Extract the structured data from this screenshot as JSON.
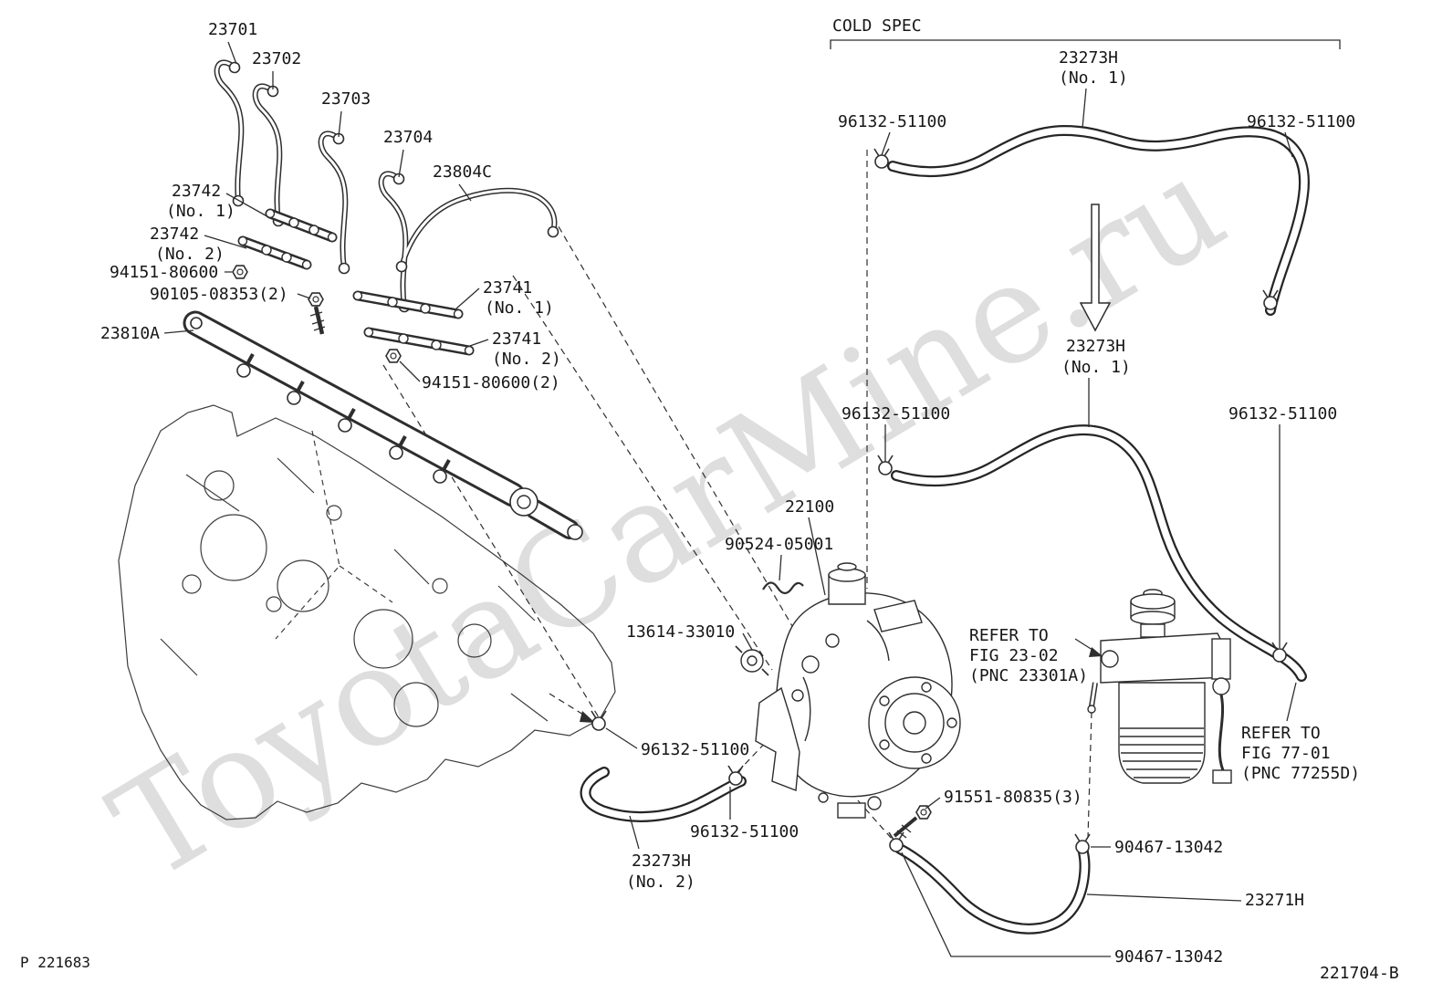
{
  "drawing": {
    "cold_spec": "COLD SPEC",
    "plate_number": "P 221683",
    "figure_number": "221704-B",
    "watermark": "ToyotaCarMine.ru"
  },
  "callouts": {
    "pipe1": "23701",
    "pipe2": "23702",
    "pipe3": "23703",
    "pipe4": "23704",
    "pipe5": "23804C",
    "clamp2742a": "23742",
    "clamp2742a_sub": "(No. 1)",
    "clamp2742b": "23742",
    "clamp2742b_sub": "(No. 2)",
    "nut_a": "94151-80600",
    "bolt_a": "90105-08353(2)",
    "rail": "23810A",
    "clamp2741a": "23741",
    "clamp2741a_sub": "(No. 1)",
    "clamp2741b": "23741",
    "clamp2741b_sub": "(No. 2)",
    "nut_b": "94151-80600(2)",
    "hose_cold_top": "23273H",
    "hose_cold_top_sub": "(No. 1)",
    "clip_top_left": "96132-51100",
    "clip_top_right": "96132-51100",
    "hose_cold_mid": "23273H",
    "hose_cold_mid_sub": "(No. 1)",
    "clip_mid_left": "96132-51100",
    "clip_mid_right": "96132-51100",
    "pump": "22100",
    "clip_pump": "90524-05001",
    "gasket": "13614-33010",
    "refer_filter_1": "REFER TO",
    "refer_filter_2": "FIG 23-02",
    "refer_filter_3": "(PNC 23301A)",
    "clip_loose": "96132-51100",
    "clip_hose2": "96132-51100",
    "hose_no2": "23273H",
    "hose_no2_sub": "(No. 2)",
    "bolt_b": "91551-80835(3)",
    "clamp_out_top": "90467-13042",
    "refer_hose_1": "REFER TO",
    "refer_hose_2": "FIG 77-01",
    "refer_hose_3": "(PNC 77255D)",
    "hose_out": "23271H",
    "clamp_out_bottom": "90467-13042"
  }
}
